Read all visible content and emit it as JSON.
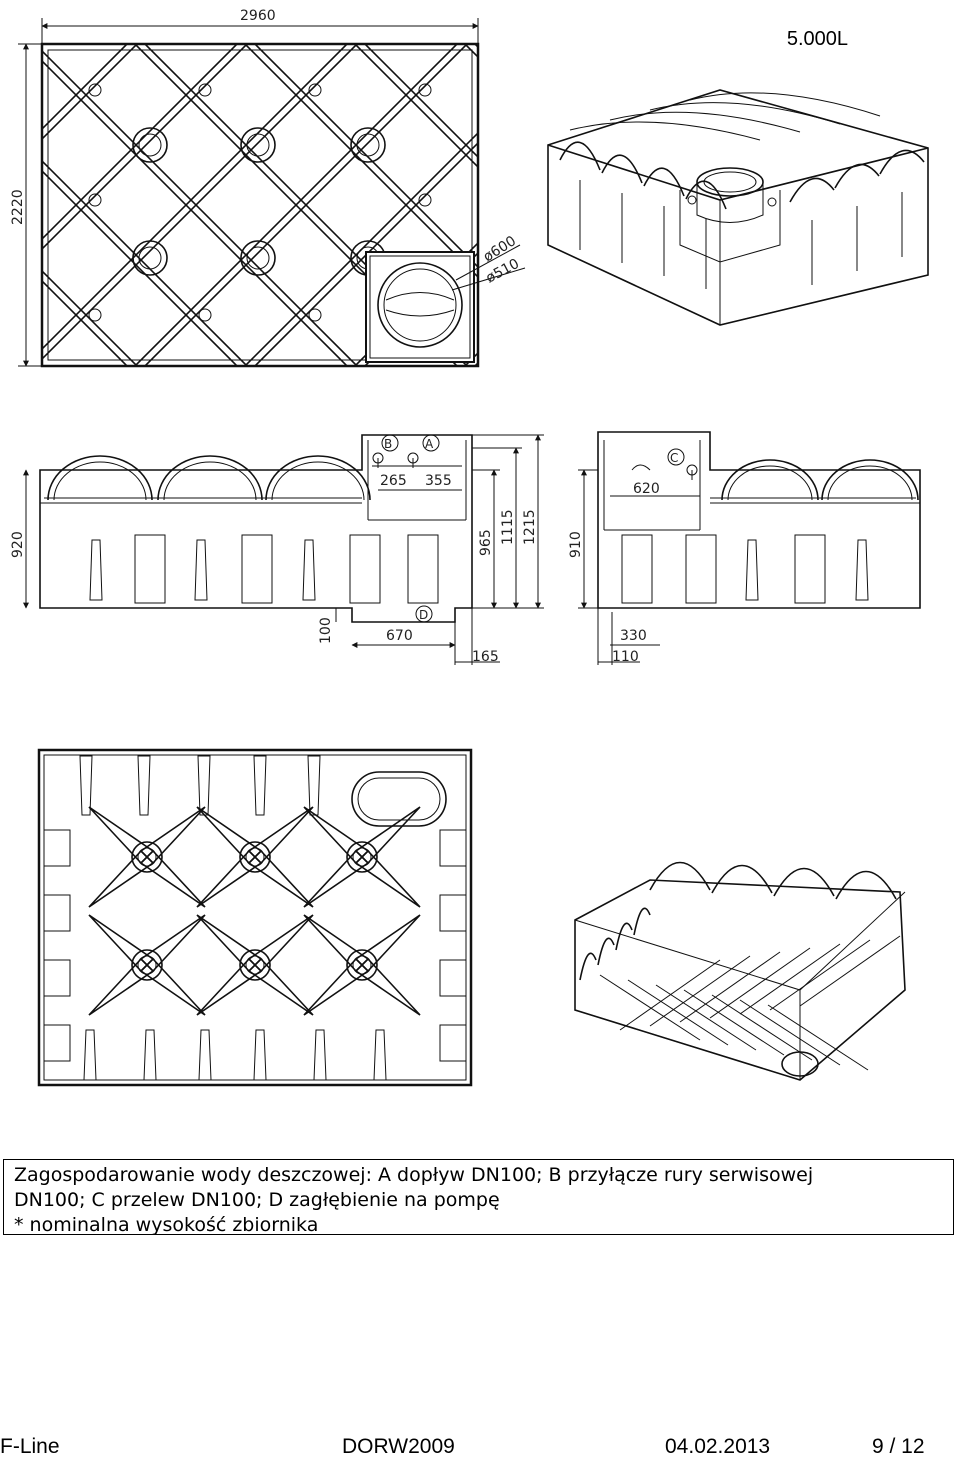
{
  "header": {
    "capacity": "5.000L"
  },
  "top_view": {
    "width_label": "2960",
    "height_label": "2220",
    "outer_diam_label": "ø600",
    "inner_diam_label": "ø510"
  },
  "side_view_left": {
    "height_label": "920",
    "dim_265": "265",
    "dim_355": "355",
    "dim_965": "965",
    "dim_1115": "1115",
    "dim_1215": "1215",
    "dim_100": "100",
    "dim_670": "670",
    "dim_165": "165",
    "marker_a": "A",
    "marker_b": "B",
    "marker_d": "D"
  },
  "side_view_right": {
    "height_label": "910",
    "dim_620": "620",
    "dim_330": "330",
    "dim_110": "110",
    "marker_c": "C"
  },
  "caption": {
    "line1": "Zagospodarowanie wody deszczowej: A dopływ DN100; B przyłącze rury serwisowej",
    "line2": "DN100; C przelew DN100; D zagłębienie na pompę",
    "line3": "* nominalna wysokość zbiornika"
  },
  "footer": {
    "brand": "F-Line",
    "doc_code": "DORW2009",
    "date": "04.02.2013",
    "page": "9 / 12"
  }
}
